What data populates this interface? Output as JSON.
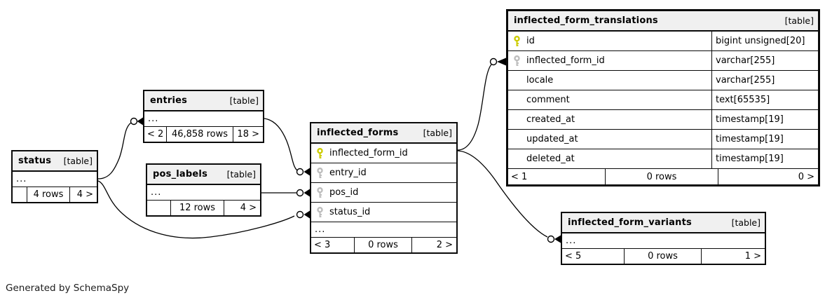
{
  "generated_by": "Generated by SchemaSpy",
  "colors": {
    "pk_key": "#cccc00",
    "fk_key": "#bdbdbd",
    "header_bg": "#f0f0f0",
    "border": "#0a0a0a",
    "connector": "#000000"
  },
  "tables": {
    "status": {
      "name": "status",
      "tag": "[table]",
      "ellipsis": "...",
      "footer": {
        "left": "",
        "center": "4 rows",
        "right": "4 >"
      }
    },
    "entries": {
      "name": "entries",
      "tag": "[table]",
      "ellipsis": "...",
      "footer": {
        "left": "< 2",
        "center": "46,858 rows",
        "right": "18 >"
      }
    },
    "pos_labels": {
      "name": "pos_labels",
      "tag": "[table]",
      "ellipsis": "...",
      "footer": {
        "left": "",
        "center": "12 rows",
        "right": "4 >"
      }
    },
    "inflected_forms": {
      "name": "inflected_forms",
      "tag": "[table]",
      "ellipsis": "...",
      "columns": [
        {
          "name": "inflected_form_id",
          "key": "primary"
        },
        {
          "name": "entry_id",
          "key": "foreign"
        },
        {
          "name": "pos_id",
          "key": "foreign"
        },
        {
          "name": "status_id",
          "key": "foreign"
        }
      ],
      "footer": {
        "left": "< 3",
        "center": "0 rows",
        "right": "2 >"
      }
    },
    "inflected_form_translations": {
      "name": "inflected_form_translations",
      "tag": "[table]",
      "columns": [
        {
          "name": "id",
          "type": "bigint unsigned[20]",
          "key": "primary"
        },
        {
          "name": "inflected_form_id",
          "type": "varchar[255]",
          "key": "foreign"
        },
        {
          "name": "locale",
          "type": "varchar[255]"
        },
        {
          "name": "comment",
          "type": "text[65535]"
        },
        {
          "name": "created_at",
          "type": "timestamp[19]"
        },
        {
          "name": "updated_at",
          "type": "timestamp[19]"
        },
        {
          "name": "deleted_at",
          "type": "timestamp[19]"
        }
      ],
      "footer": {
        "left": "< 1",
        "center": "0 rows",
        "right": "0 >"
      }
    },
    "inflected_form_variants": {
      "name": "inflected_form_variants",
      "tag": "[table]",
      "ellipsis": "...",
      "footer": {
        "left": "< 5",
        "center": "0 rows",
        "right": "1 >"
      }
    }
  },
  "relationships": [
    {
      "from": "status",
      "to": "entries"
    },
    {
      "from": "status",
      "to": "inflected_forms.status_id"
    },
    {
      "from": "entries",
      "to": "inflected_forms.entry_id"
    },
    {
      "from": "pos_labels",
      "to": "inflected_forms.pos_id"
    },
    {
      "from": "inflected_forms.inflected_form_id",
      "to": "inflected_form_translations.inflected_form_id"
    },
    {
      "from": "inflected_forms.inflected_form_id",
      "to": "inflected_form_variants"
    }
  ]
}
